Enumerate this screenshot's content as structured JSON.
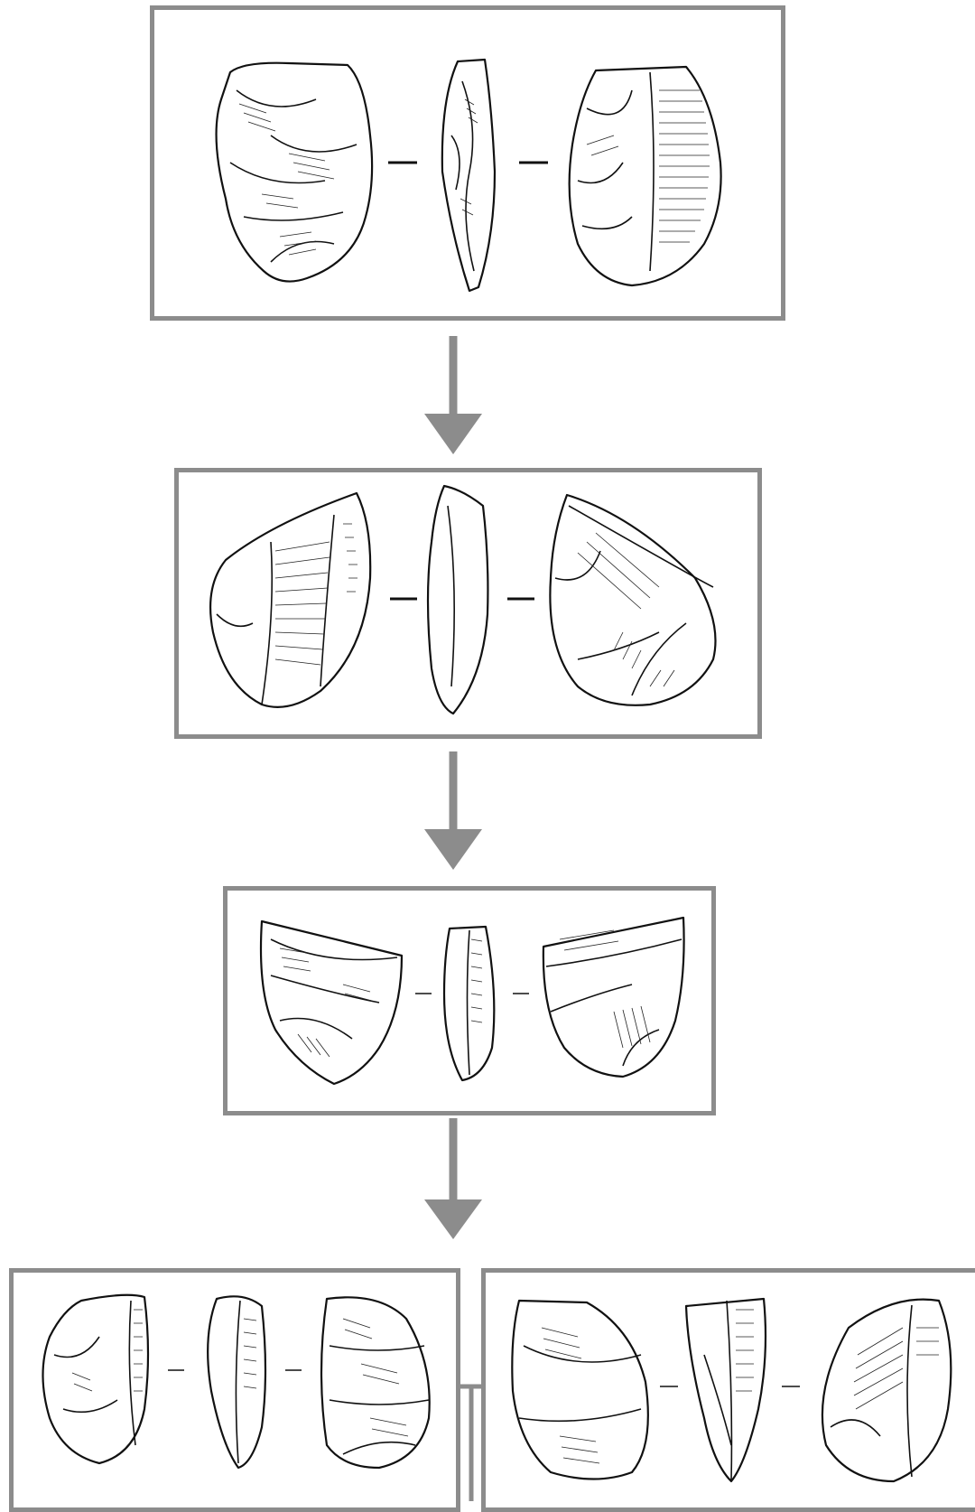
{
  "diagram": {
    "stages": [
      {
        "id": "stage-1",
        "views": [
          "dorsal",
          "profile",
          "ventral"
        ]
      },
      {
        "id": "stage-2",
        "views": [
          "dorsal",
          "profile",
          "ventral"
        ]
      },
      {
        "id": "stage-3",
        "views": [
          "dorsal",
          "profile",
          "ventral"
        ]
      },
      {
        "id": "stage-4a",
        "views": [
          "dorsal",
          "profile",
          "ventral"
        ]
      },
      {
        "id": "stage-4b",
        "views": [
          "dorsal",
          "profile",
          "ventral"
        ]
      }
    ],
    "colors": {
      "frame": "#8c8c8c",
      "ink": "#111111",
      "background": "#ffffff"
    }
  }
}
